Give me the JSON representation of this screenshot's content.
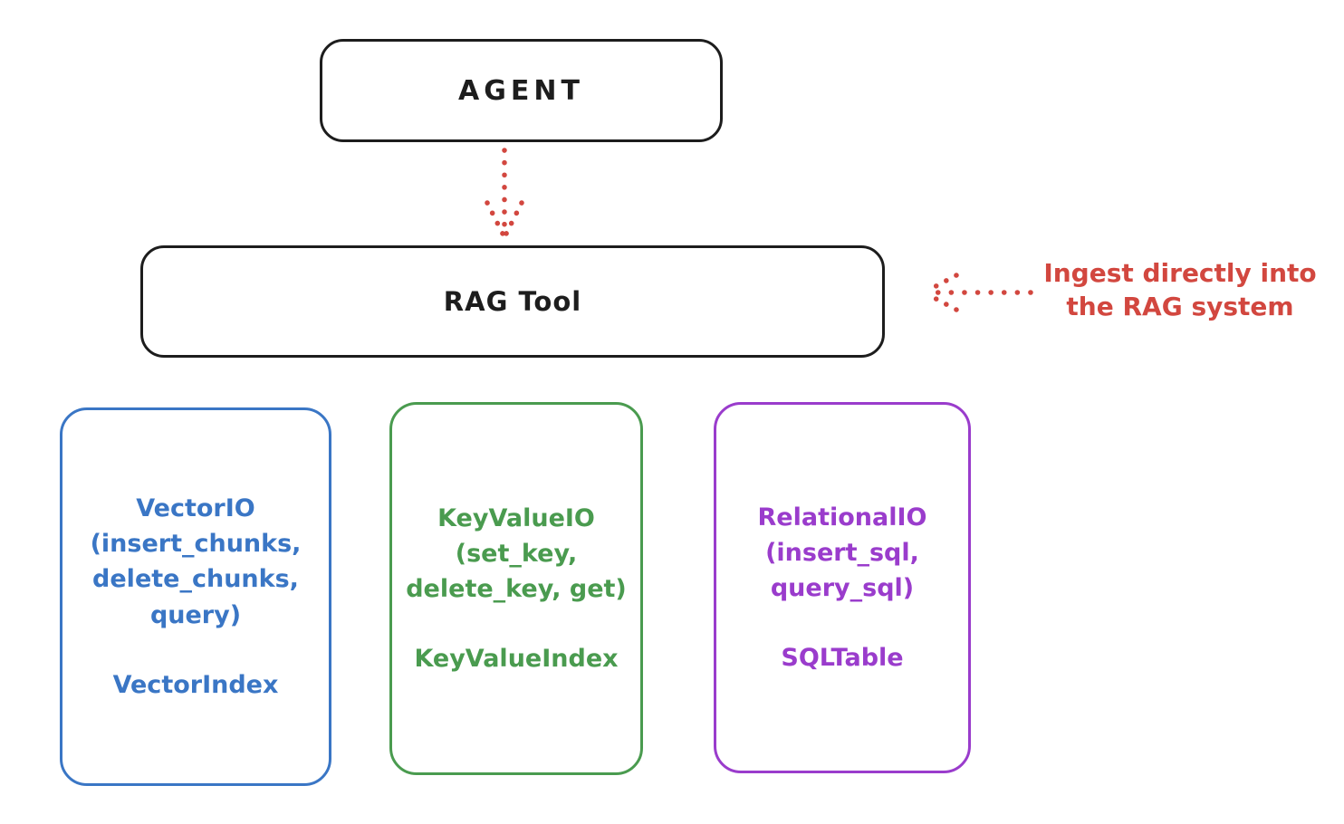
{
  "diagram": {
    "agent_node": {
      "label": "AGENT"
    },
    "rag_tool_node": {
      "label": "RAG Tool"
    },
    "annotation": {
      "text": "Ingest directly into\nthe RAG system"
    },
    "cards": [
      {
        "id": "vector-io",
        "methods": "VectorIO\n(insert_chunks,\ndelete_chunks,\nquery)",
        "index_label": "VectorIndex",
        "color": "#3a76c5"
      },
      {
        "id": "keyvalue-io",
        "methods": "KeyValueIO\n(set_key,\ndelete_key, get)",
        "index_label": "KeyValueIndex",
        "color": "#4a9b4f"
      },
      {
        "id": "relational-io",
        "methods": "RelationalIO\n(insert_sql,\nquery_sql)",
        "index_label": "SQLTable",
        "color": "#9a3ccc"
      }
    ],
    "connectors": [
      {
        "icon": "dotted-down-arrow-icon",
        "from": "agent_node",
        "to": "rag_tool_node",
        "style": "dotted",
        "color": "#d2473f"
      },
      {
        "icon": "dotted-left-arrow-icon",
        "from": "annotation",
        "to": "rag_tool_node",
        "style": "dotted",
        "color": "#d2473f"
      }
    ],
    "colors": {
      "ink": "#1d1d1d",
      "red": "#d2473f",
      "blue": "#3a76c5",
      "green": "#4a9b4f",
      "purple": "#9a3ccc",
      "background": "#ffffff"
    }
  }
}
